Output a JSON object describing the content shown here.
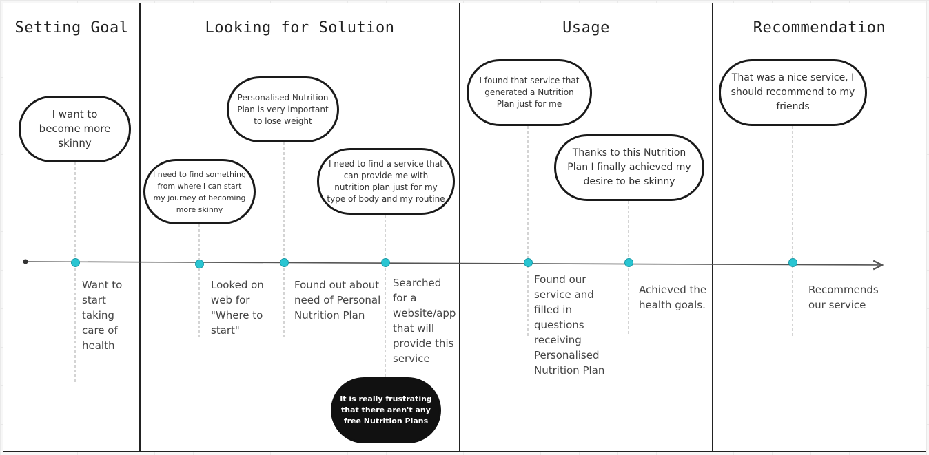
{
  "stages": [
    {
      "title": "Setting Goal"
    },
    {
      "title": "Looking for Solution"
    },
    {
      "title": "Usage"
    },
    {
      "title": "Recommendation"
    }
  ],
  "thoughts": [
    {
      "text": "I want to become more skinny"
    },
    {
      "text": "I need to find something from where I can start my journey of becoming more skinny"
    },
    {
      "text": "Personalised Nutrition Plan is very important to lose weight"
    },
    {
      "text": "I need to find a service that can provide me with nutrition plan just for my type of body and my routine"
    },
    {
      "text": "It is really frustrating that there aren't any free Nutrition Plans",
      "dark": true
    },
    {
      "text": "I found that service that generated a Nutrition Plan just for me"
    },
    {
      "text": "Thanks to this Nutrition Plan I finally achieved my desire to be skinny"
    },
    {
      "text": "That was a nice service, I should recommend to my friends"
    }
  ],
  "steps": [
    {
      "text": "Want to start taking care of health"
    },
    {
      "text": "Looked on web for \"Where to start\""
    },
    {
      "text": "Found out about need of Personal Nutrition Plan"
    },
    {
      "text": "Searched for a website/app that will provide this service"
    },
    {
      "text": "Found our service and filled in questions receiving Personalised Nutrition Plan"
    },
    {
      "text": "Achieved the health goals."
    },
    {
      "text": "Recommends our service"
    }
  ],
  "colors": {
    "milestone": "#29c5d2",
    "outline": "#1a1a1a",
    "timeline": "#555555"
  }
}
